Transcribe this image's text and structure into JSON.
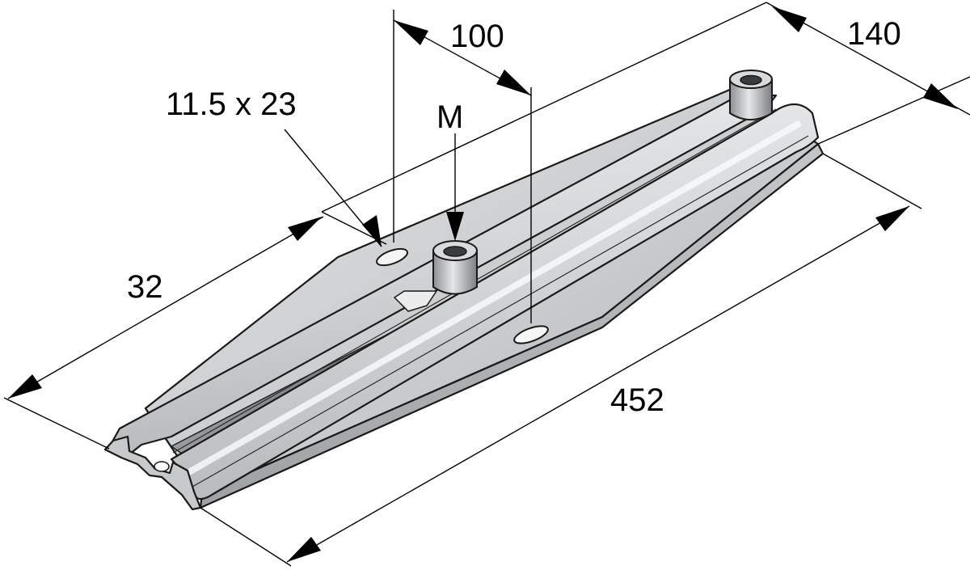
{
  "dimensions": {
    "slot_size": "11.5 x 23",
    "thread": "M",
    "hole_spacing": "100",
    "plate_width": "140",
    "rail_width": "32",
    "length": "452"
  },
  "colors": {
    "plate_light": "#d9dadb",
    "plate_mid": "#b9bbbd",
    "plate_dark": "#8e9093",
    "rail_light": "#eef0f1",
    "rail_dark": "#6d6f72",
    "line": "#000000"
  }
}
